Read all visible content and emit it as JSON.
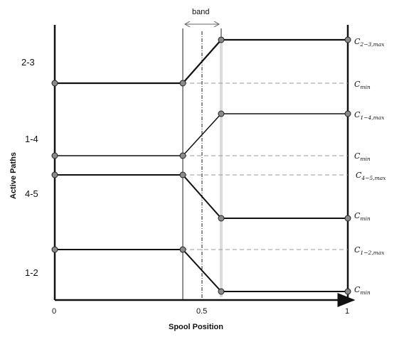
{
  "figure": {
    "band_label": "band",
    "x_axis_label": "Spool Position",
    "y_axis_label": "Active Paths",
    "x_ticks": [
      "0",
      "0.5",
      "1"
    ],
    "path_groups": [
      "2-3",
      "1-4",
      "4-5",
      "1-2"
    ],
    "caps": [
      {
        "base": "C",
        "sub": "2−3,max"
      },
      {
        "base": "C",
        "sub": "min"
      },
      {
        "base": "C",
        "sub": "1−4,max"
      },
      {
        "base": "C",
        "sub": "min"
      },
      {
        "base": "C",
        "sub": "4−5,max"
      },
      {
        "base": "C",
        "sub": "min"
      },
      {
        "base": "C",
        "sub": "1−2,max"
      },
      {
        "base": "C",
        "sub": "min"
      }
    ]
  }
}
